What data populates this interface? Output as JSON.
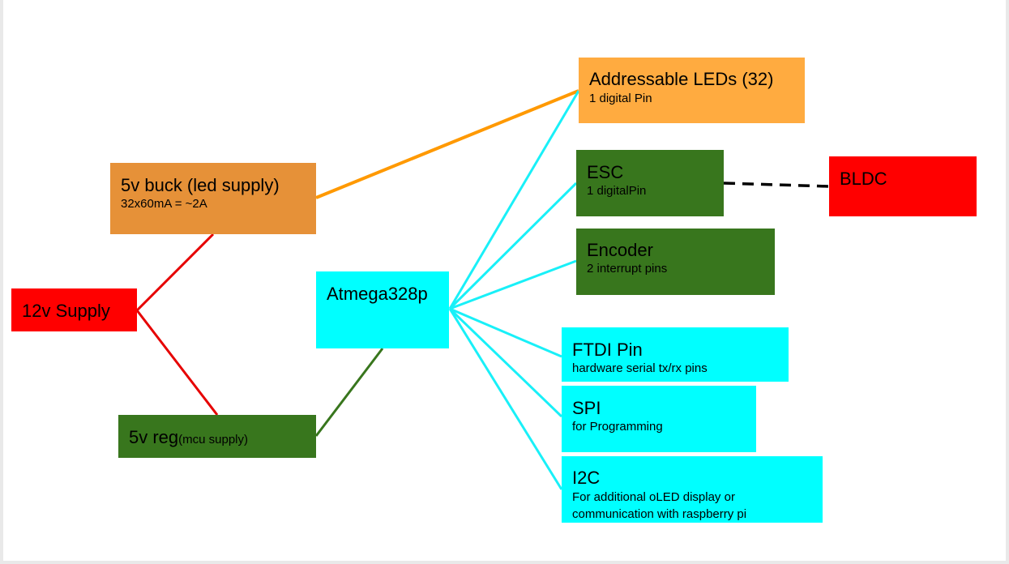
{
  "colors": {
    "red": "#ff0000",
    "orange_dark": "#e69138",
    "orange_light": "#ffab40",
    "green": "#38761d",
    "cyan": "#00ffff",
    "wire_red": "#e60000",
    "wire_orange": "#ff9900",
    "wire_green": "#38761d",
    "wire_cyan": "#19f0f8",
    "wire_black": "#000000"
  },
  "nodes": {
    "supply_12v": {
      "title": "12v Supply"
    },
    "buck_5v": {
      "title": "5v buck (led supply)",
      "subtitle": "32x60mA = ~2A"
    },
    "reg_5v": {
      "title": "5v reg",
      "title_suffix": "(mcu supply)"
    },
    "mcu": {
      "title": "Atmega328p"
    },
    "leds": {
      "title": "Addressable LEDs (32)",
      "subtitle": "1 digital Pin"
    },
    "esc": {
      "title": "ESC",
      "subtitle": "1 digitalPin"
    },
    "bldc": {
      "title": "BLDC"
    },
    "encoder": {
      "title": "Encoder",
      "subtitle": "2 interrupt pins"
    },
    "ftdi": {
      "title": "FTDI Pin",
      "subtitle": "hardware serial tx/rx pins"
    },
    "spi": {
      "title": "SPI",
      "subtitle": "for Programming"
    },
    "i2c": {
      "title": "I2C",
      "subtitle_line1": "For additional oLED display or",
      "subtitle_line2": "communication with raspberry pi"
    }
  },
  "connections": [
    {
      "from": "supply_12v",
      "to": "buck_5v",
      "color": "wire_red",
      "style": "solid"
    },
    {
      "from": "supply_12v",
      "to": "reg_5v",
      "color": "wire_red",
      "style": "solid"
    },
    {
      "from": "buck_5v",
      "to": "leds",
      "color": "wire_orange",
      "style": "solid"
    },
    {
      "from": "reg_5v",
      "to": "mcu",
      "color": "wire_green",
      "style": "solid"
    },
    {
      "from": "mcu",
      "to": "leds",
      "color": "wire_cyan",
      "style": "solid"
    },
    {
      "from": "mcu",
      "to": "esc",
      "color": "wire_cyan",
      "style": "solid"
    },
    {
      "from": "mcu",
      "to": "encoder",
      "color": "wire_cyan",
      "style": "solid"
    },
    {
      "from": "mcu",
      "to": "ftdi",
      "color": "wire_cyan",
      "style": "solid"
    },
    {
      "from": "mcu",
      "to": "spi",
      "color": "wire_cyan",
      "style": "solid"
    },
    {
      "from": "mcu",
      "to": "i2c",
      "color": "wire_cyan",
      "style": "solid"
    },
    {
      "from": "esc",
      "to": "bldc",
      "color": "wire_black",
      "style": "dashed"
    }
  ]
}
